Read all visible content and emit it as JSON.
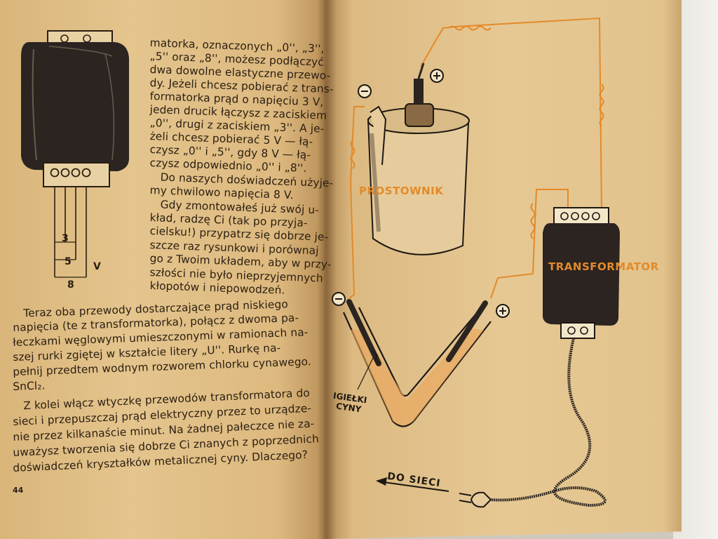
{
  "left_page": {
    "column_lines": [
      "matorka, oznaczonych „0'', „3'',",
      "„5'' oraz „8'', możesz podłączyć",
      "dwa dowolne elastyczne przewo-",
      "dy. Jeżeli chcesz pobierać z trans-",
      "formatorka prąd o napięciu 3 V,",
      "jeden drucik łączysz z zaciskiem",
      "„0'', drugi z zaciskiem „3''. A je-",
      "żeli chcesz pobierać 5 V — łą-",
      "czysz „0'' i „5'', gdy 8 V — łą-",
      "czysz odpowiednio „0'' i „8''.",
      "   Do naszych doświadczeń użyje-",
      "my chwilowo napięcia 8 V.",
      "   Gdy zmontowałeś już swój u-",
      "kład, radzę Ci (tak po przyja-",
      "cielsku!) przypatrz się dobrze je-",
      "szcze raz rysunkowi i porównaj",
      "go z Twoim układem, aby w przy-",
      "szłości nie było nieprzyjemnych",
      "kłopotów i niepowodzeń."
    ],
    "full_lines": [
      "   Teraz oba przewody dostarczające prąd niskiego",
      "napięcia (te z transformatorka), połącz z dwoma pa-",
      "łeczkami węglowymi umieszczonymi w ramionach na-",
      "szej rurki zgiętej w kształcie litery „U''. Rurkę na-",
      "pełnij przedtem wodnym rozworem chlorku cynawego.",
      "SnCl₂.",
      "   Z kolei włącz wtyczkę przewodów transformatora do",
      "sieci i przepuszczaj prąd elektryczny przez to urządze-",
      "nie przez kilkanaście minut. Na żadnej pałeczce nie za-",
      "uważysz tworzenia się dobrze Ci znanych z poprzednich",
      "doświadczeń kryształków metalicznej cyny. Dlaczego?"
    ],
    "figure_labels": {
      "three": "3",
      "five": "5",
      "volt": "V",
      "eight": "8"
    },
    "page_number": "44"
  },
  "right_page": {
    "labels": {
      "prostownik": "PROSTOWNIK",
      "transformator": "TRANSFORMATOR",
      "igielki_line1": "IGIEŁKI",
      "igielki_line2": "CYNY",
      "do_sieci": "DO SIECI"
    },
    "polarity": {
      "minus": "−",
      "plus": "+"
    }
  },
  "colors": {
    "ink": "#2a1e12",
    "orange": "#e38a2a",
    "paper": "#e4c58d",
    "device_black": "#2b2420"
  }
}
